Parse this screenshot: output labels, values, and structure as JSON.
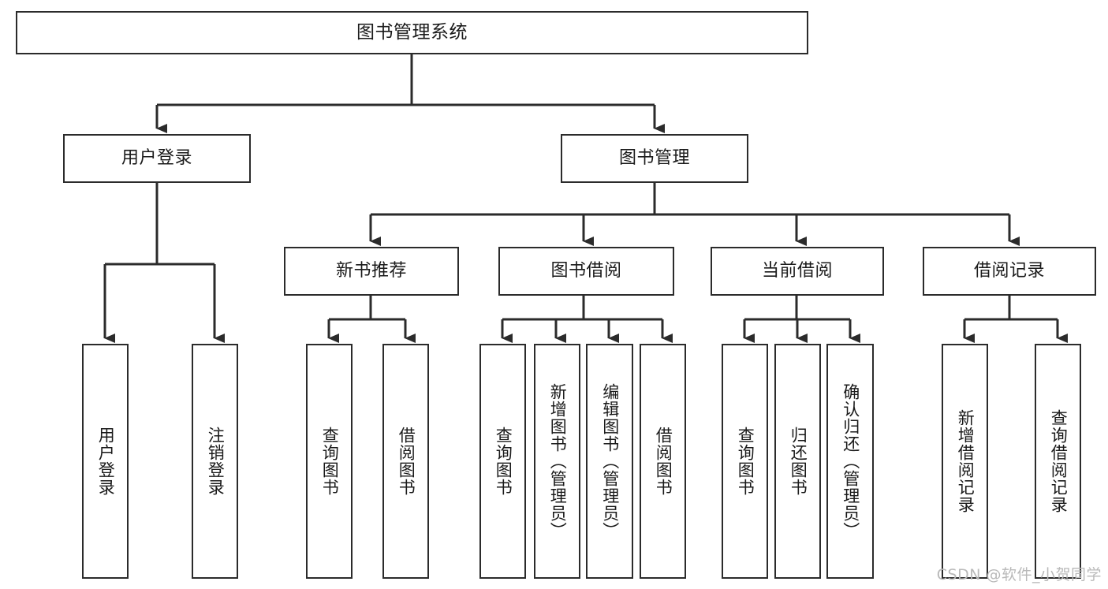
{
  "diagram": {
    "type": "tree",
    "title": "图书管理系统",
    "watermark": "CSDN @软件_小贺同学",
    "colors": {
      "stroke": "#2b2b2b",
      "background": "#ffffff",
      "text": "#1a1a1a",
      "watermark": "#b9b9b9"
    },
    "nodes": {
      "root": {
        "label": "图书管理系统"
      },
      "level2": [
        {
          "label": "用户登录"
        },
        {
          "label": "图书管理"
        }
      ],
      "level3": [
        {
          "label": "新书推荐"
        },
        {
          "label": "图书借阅"
        },
        {
          "label": "当前借阅"
        },
        {
          "label": "借阅记录"
        }
      ],
      "leaves_user_login": [
        {
          "label": "用户登录"
        },
        {
          "label": "注销登录"
        }
      ],
      "leaves_new_book": [
        {
          "label": "查询图书"
        },
        {
          "label": "借阅图书"
        }
      ],
      "leaves_borrow": [
        {
          "label": "查询图书"
        },
        {
          "label": "新增图书（管理员）"
        },
        {
          "label": "编辑图书（管理员）"
        },
        {
          "label": "借阅图书"
        }
      ],
      "leaves_current": [
        {
          "label": "查询图书"
        },
        {
          "label": "归还图书"
        },
        {
          "label": "确认归还（管理员）"
        }
      ],
      "leaves_record": [
        {
          "label": "新增借阅记录"
        },
        {
          "label": "查询借阅记录"
        }
      ]
    }
  }
}
